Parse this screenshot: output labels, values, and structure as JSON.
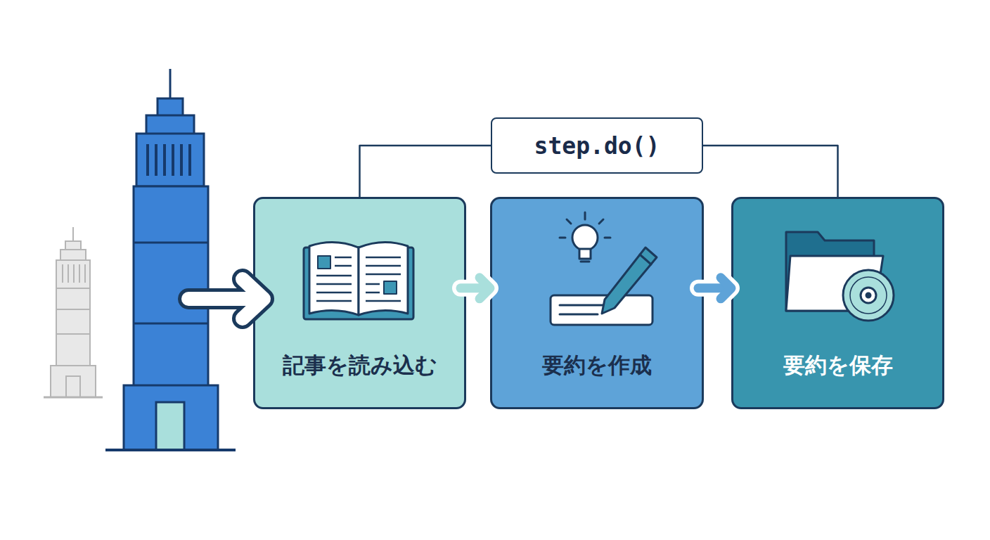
{
  "diagram": {
    "nodes": [
      {
        "text": [
          "step.do()"
        ]
      },
      {
        "text": [
          "記事を読み込む"
        ]
      },
      {
        "text": [
          "要約を作成"
        ]
      },
      {
        "text": [
          "要約を保存"
        ]
      }
    ],
    "edges": [
      {
        "from": 1,
        "to": 2,
        "arrow": "to"
      },
      {
        "from": 2,
        "to": 3,
        "arrow": "to"
      },
      {
        "from": 0,
        "to": 1,
        "arrow": "none"
      },
      {
        "from": 0,
        "to": 3,
        "arrow": "none"
      }
    ]
  }
}
